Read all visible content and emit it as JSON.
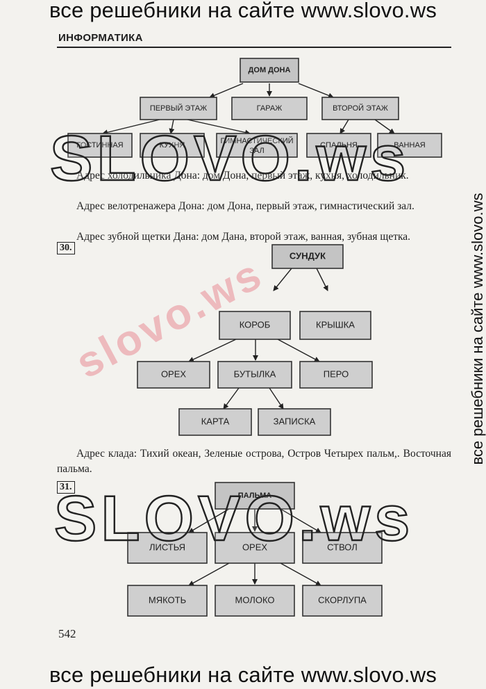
{
  "watermark": {
    "top": "все решебники на сайте www.slovo.ws",
    "bottom": "все решебники на сайте www.slovo.ws",
    "side": "все решебники на сайте www.slovo.ws",
    "big": "SLOVO.ws",
    "color": "slovo.ws"
  },
  "header": "ИНФОРМАТИКА",
  "tree1": {
    "root": "ДОМ ДОНА",
    "level1": [
      "ПЕРВЫЙ ЭТАЖ",
      "ГАРАЖ",
      "ВТОРОЙ ЭТАЖ"
    ],
    "level2": [
      "ГОСТИННАЯ",
      "КУХНЯ",
      "ГИМНАСТИЧЕСКИЙ",
      "ЗАЛ",
      "СПАЛЬНЯ",
      "ВАННАЯ"
    ]
  },
  "paragraphs1": [
    "Адрес холодильника Дона: дом Дона, первый этаж, кухня, холодильник.",
    "Адрес велотренажера Дона: дом Дона, первый этаж, гимнастический зал.",
    "Адрес зубной щетки Дана: дом Дана, второй этаж, ванная, зубная щетка."
  ],
  "label30": "30.",
  "tree2": {
    "root": "СУНДУК",
    "level1": [
      "КОРОБ",
      "КРЫШКА"
    ],
    "level2": [
      "ОРЕХ",
      "БУТЫЛКА",
      "ПЕРО"
    ],
    "level3": [
      "КАРТА",
      "ЗАПИСКА"
    ]
  },
  "paragraph2": "Адрес клада: Тихий океан, Зеленые острова, Остров Четырех пальм,. Восточная пальма.",
  "label31": "31.",
  "tree3": {
    "root": "ПАЛЬМА",
    "level1": [
      "ЛИСТЬЯ",
      "ОРЕХ",
      "СТВОЛ"
    ],
    "level2": [
      "МЯКОТЬ",
      "МОЛОКО",
      "СКОРЛУПА"
    ]
  },
  "page_number": "542"
}
